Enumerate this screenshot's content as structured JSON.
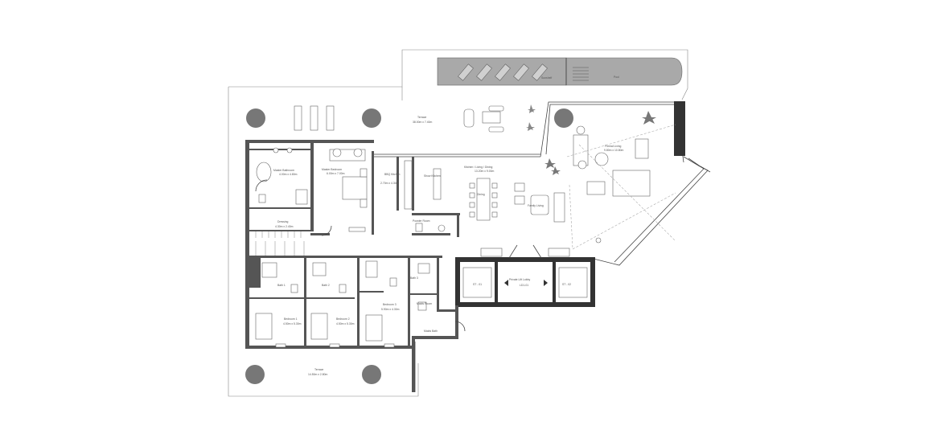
{
  "rooms": {
    "terrace_top": {
      "name": "Terrace",
      "dims": "38.00m x 7.40m"
    },
    "sunshelf": {
      "name": "Sunshelf"
    },
    "pool": {
      "name": "Pool"
    },
    "formal_living": {
      "name": "Formal Living",
      "dims": "9.80m x 10.80m"
    },
    "master_bathroom": {
      "name": "Master Bathroom",
      "dims": "4.00m x 4.80m"
    },
    "master_bedroom": {
      "name": "Master Bedroom",
      "dims": "6.00m x 7.00m"
    },
    "bbq_kitchen": {
      "name": "BBQ Kitchen",
      "dims": "2.70m x 4.30m"
    },
    "show_kitchen": {
      "name": "Show Kitchen"
    },
    "kitchen_living_dining": {
      "name": "Kitchen / Living / Dining",
      "dims": "13.20m x 9.00m"
    },
    "dining": {
      "name": "Dining"
    },
    "family_living": {
      "name": "Family Living"
    },
    "dressing": {
      "name": "Dressing",
      "dims": "4.30m x 2.40m"
    },
    "powder_room": {
      "name": "Powder Room"
    },
    "bath_1": {
      "name": "Bath 1"
    },
    "bath_2": {
      "name": "Bath 2"
    },
    "bath_3": {
      "name": "Bath 3"
    },
    "bedroom_1": {
      "name": "Bedroom 1",
      "dims": "4.50m x 5.30m"
    },
    "bedroom_2": {
      "name": "Bedroom 2",
      "dims": "4.50m x 5.30m"
    },
    "bedroom_3": {
      "name": "Bedroom 3",
      "dims": "5.90m x 4.30m"
    },
    "maids_room": {
      "name": "Maids Room"
    },
    "maids_bath": {
      "name": "Maids Bath"
    },
    "private_lift_lobby": {
      "name": "Private Lift Lobby",
      "code": "LD1-01"
    },
    "stair_1": {
      "name": "ST - 01"
    },
    "stair_2": {
      "name": "ST - 02"
    },
    "terrace_bottom": {
      "name": "Terrace",
      "dims": "14.50m x 2.80m"
    }
  },
  "colors": {
    "wall": "#555555",
    "pool": "#a9a9a9",
    "tree": "#777777",
    "background": "#ffffff"
  }
}
